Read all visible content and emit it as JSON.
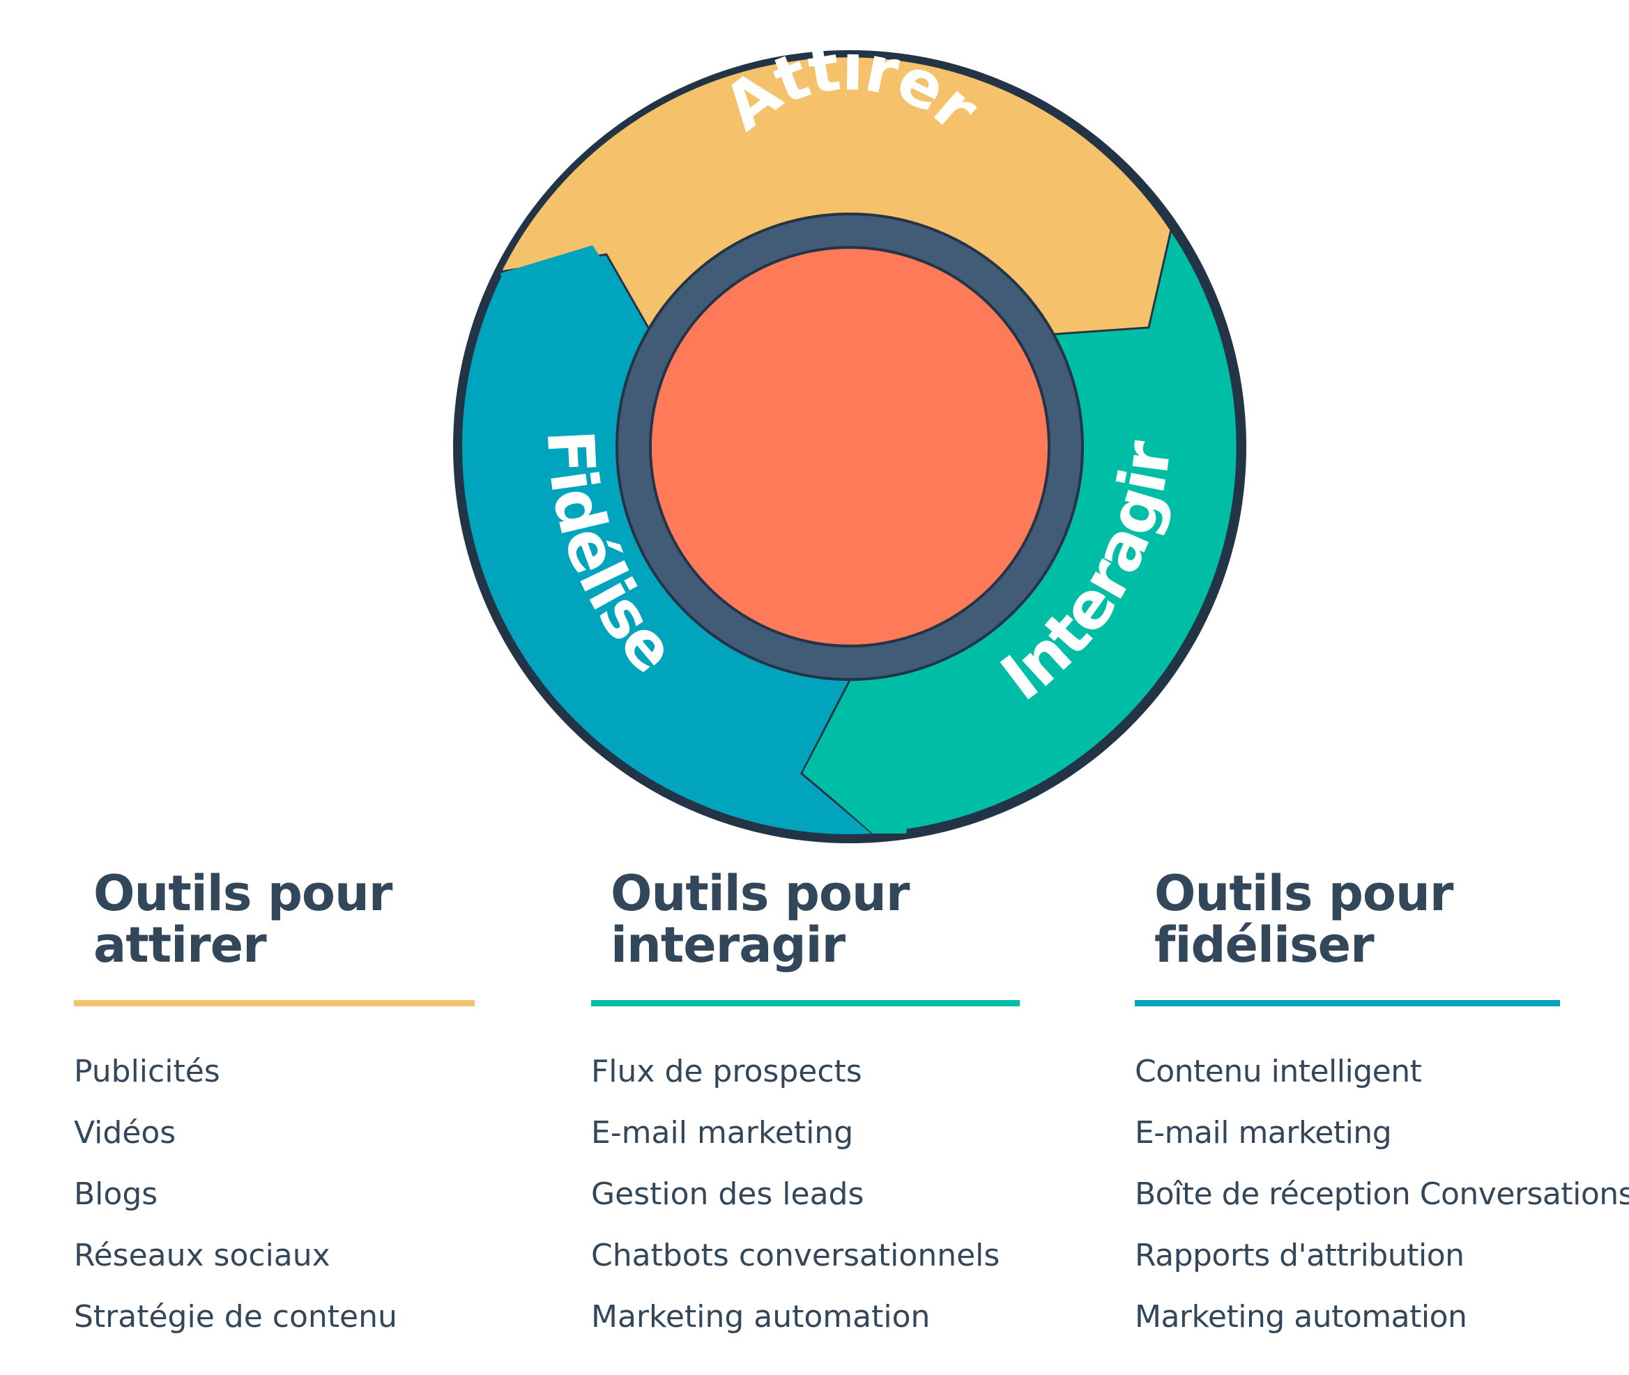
{
  "flywheel": {
    "attract_label": "Attirer",
    "engage_label": "Interagir",
    "delight_label": "Fidéliser",
    "colors": {
      "attract": "#f5c26b",
      "engage": "#00bda5",
      "delight": "#00a4bd",
      "hub": "#ff7a59",
      "ring": "#425b76",
      "outline": "#243447"
    }
  },
  "columns": [
    {
      "heading_line1": "Outils pour",
      "heading_line2": "attirer",
      "accent": "#f5c26b",
      "items": [
        "Publicités",
        "Vidéos",
        "Blogs",
        "Réseaux sociaux",
        "Stratégie de contenu"
      ]
    },
    {
      "heading_line1": "Outils pour",
      "heading_line2": "interagir",
      "accent": "#00bda5",
      "items": [
        "Flux de prospects",
        "E-mail marketing",
        "Gestion des leads",
        "Chatbots conversationnels",
        "Marketing automation"
      ]
    },
    {
      "heading_line1": "Outils pour",
      "heading_line2": "fidéliser",
      "accent": "#00a4bd",
      "items": [
        "Contenu intelligent",
        "E-mail marketing",
        "Boîte de réception Conversations",
        "Rapports d'attribution",
        "Marketing automation"
      ]
    }
  ]
}
